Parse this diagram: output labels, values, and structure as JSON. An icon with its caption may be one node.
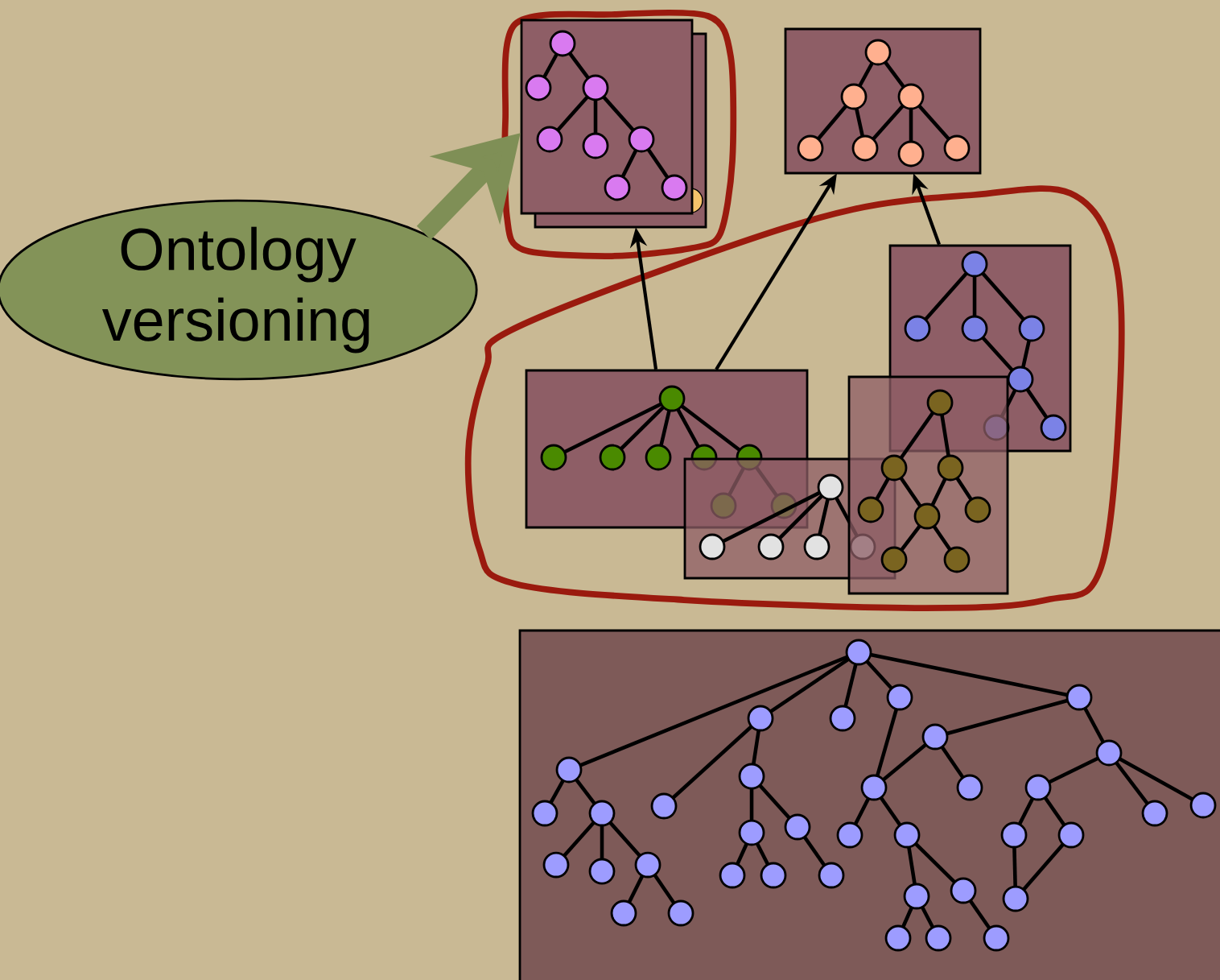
{
  "diagram": {
    "nodes": [
      {
        "text": [
          "Ontology versioning"
        ]
      },
      {
        "text": [],
        "shape": "box"
      },
      {
        "text": [],
        "shape": "box"
      },
      {
        "text": [],
        "shape": "box"
      },
      {
        "text": [],
        "shape": "box"
      },
      {
        "text": [],
        "shape": "box"
      },
      {
        "text": [],
        "shape": "box"
      },
      {
        "text": [],
        "shape": "box"
      }
    ],
    "edges": [
      {
        "from": 0,
        "to": 1,
        "arrow": "to",
        "style": "thick",
        "color": "#7f8f56"
      },
      {
        "from": 4,
        "to": 1,
        "arrow": "to"
      },
      {
        "from": 4,
        "to": 2,
        "arrow": "to"
      },
      {
        "from": 3,
        "to": 2,
        "arrow": "to"
      }
    ]
  }
}
